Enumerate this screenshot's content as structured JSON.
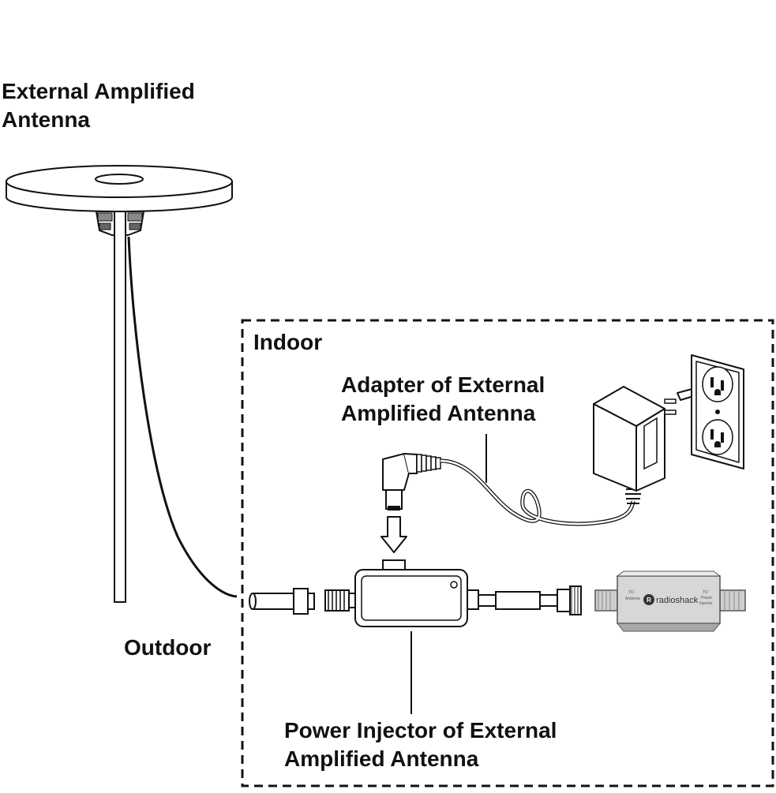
{
  "labels": {
    "antenna_title": [
      "External Amplified",
      "Antenna"
    ],
    "indoor": "Indoor",
    "outdoor": "Outdoor",
    "adapter": [
      "Adapter of External",
      "Amplified Antenna"
    ],
    "injector": [
      "Power Injector of External",
      "Amplified Antenna"
    ]
  },
  "device": {
    "brand": "radioshack",
    "port_left": [
      "TO",
      "Antenna"
    ],
    "port_right": [
      "TO",
      "Power",
      "Injector"
    ]
  },
  "colors": {
    "line": "#111111",
    "device_fill": "#d7d7d7",
    "device_dark": "#9a9a9a"
  }
}
